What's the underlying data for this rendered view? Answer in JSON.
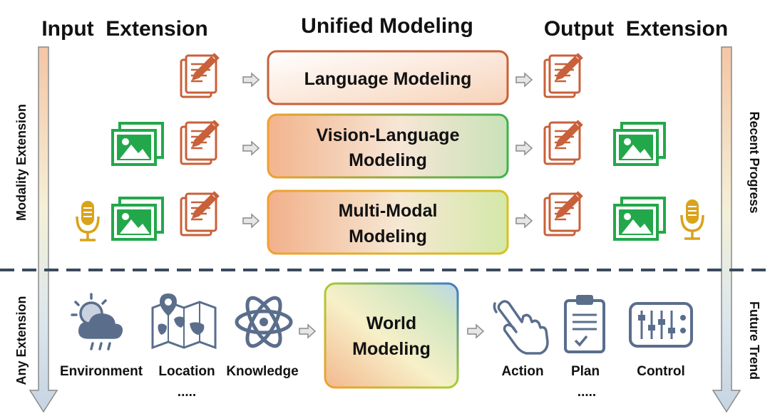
{
  "headers": {
    "input": "Input  Extension",
    "unified": "Unified Modeling",
    "output": "Output  Extension"
  },
  "side_labels": {
    "modality": "Modality Extension",
    "any": "Any Extension",
    "recent": "Recent Progress",
    "future": "Future Trend"
  },
  "boxes": {
    "language": [
      "Language Modeling"
    ],
    "vision": [
      "Vision-Language",
      "Modeling"
    ],
    "multi": [
      "Multi-Modal",
      "Modeling"
    ],
    "world": [
      "World",
      "Modeling"
    ]
  },
  "inputs": {
    "environment": "Environment",
    "location": "Location",
    "knowledge": "Knowledge",
    "input_ellipsis": "....."
  },
  "outputs": {
    "action": "Action",
    "plan": "Plan",
    "control": "Control",
    "output_ellipsis": "....."
  },
  "colors": {
    "language": "#c8603a",
    "vision": "#22a84a",
    "audio": "#d9a31a",
    "icon_slate": "#5a6e8c",
    "divider": "#3a4a5e"
  }
}
